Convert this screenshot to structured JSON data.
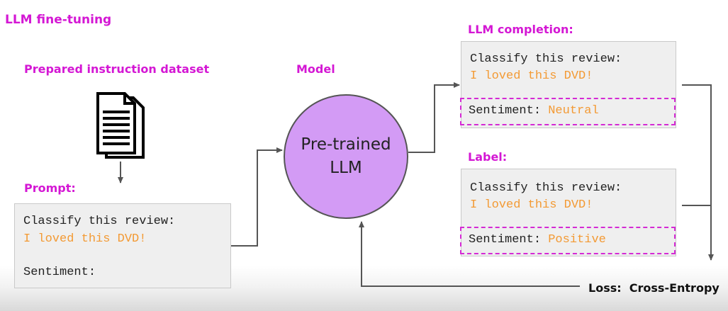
{
  "title": "LLM fine-tuning",
  "labels": {
    "dataset": "Prepared instruction dataset",
    "model": "Model",
    "completion": "LLM completion:",
    "label": "Label:",
    "prompt": "Prompt:"
  },
  "prompt_box": {
    "line1": "Classify this review:",
    "line2": "I loved this DVD!",
    "line3": "Sentiment:"
  },
  "model_node": {
    "line1": "Pre-trained",
    "line2": "LLM"
  },
  "completion_box": {
    "line1": "Classify this review:",
    "line2": "I loved this DVD!",
    "sentiment_key": "Sentiment:",
    "sentiment_value": "Neutral"
  },
  "label_box": {
    "line1": "Classify this review:",
    "line2": "I loved this DVD!",
    "sentiment_key": "Sentiment:",
    "sentiment_value": "Positive"
  },
  "loss": "Loss:  Cross-Entropy",
  "colors": {
    "heading": "#d417d4",
    "accent_text": "#f39a34",
    "model_fill": "#d39bf5",
    "dashed_border": "#d42ad4"
  },
  "icons": [
    "document-stack-icon"
  ]
}
